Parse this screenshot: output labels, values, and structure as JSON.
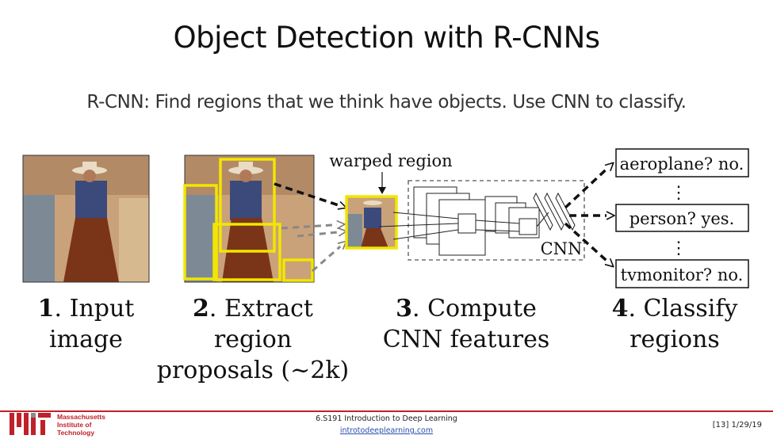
{
  "slide": {
    "title": "Object Detection with R-CNNs",
    "subtitle": "R-CNN: Find regions that we think have objects. Use CNN to classify."
  },
  "diagram": {
    "warped_label": "warped region",
    "cnn_label": "CNN",
    "dots": "⋮",
    "outputs": [
      "aeroplane? no.",
      "person? yes.",
      "tvmonitor? no."
    ],
    "steps": [
      {
        "num": "1",
        "line1": ". Input",
        "line2": "image"
      },
      {
        "num": "2",
        "line1": ". Extract region",
        "line2": "proposals (~2k)"
      },
      {
        "num": "3",
        "line1": ". Compute",
        "line2": "CNN features"
      },
      {
        "num": "4",
        "line1": ". Classify",
        "line2": "regions"
      }
    ]
  },
  "footer": {
    "org_line1": "Massachusetts",
    "org_line2": "Institute of",
    "org_line3": "Technology",
    "course": "6.S191 Introduction to Deep Learning",
    "link": "introtodeeplearning.com",
    "page": "[13]   1/29/19"
  },
  "colors": {
    "accent_red": "#c0202a",
    "proposal_yellow": "#f2e600",
    "link_blue": "#2a4fb0"
  }
}
